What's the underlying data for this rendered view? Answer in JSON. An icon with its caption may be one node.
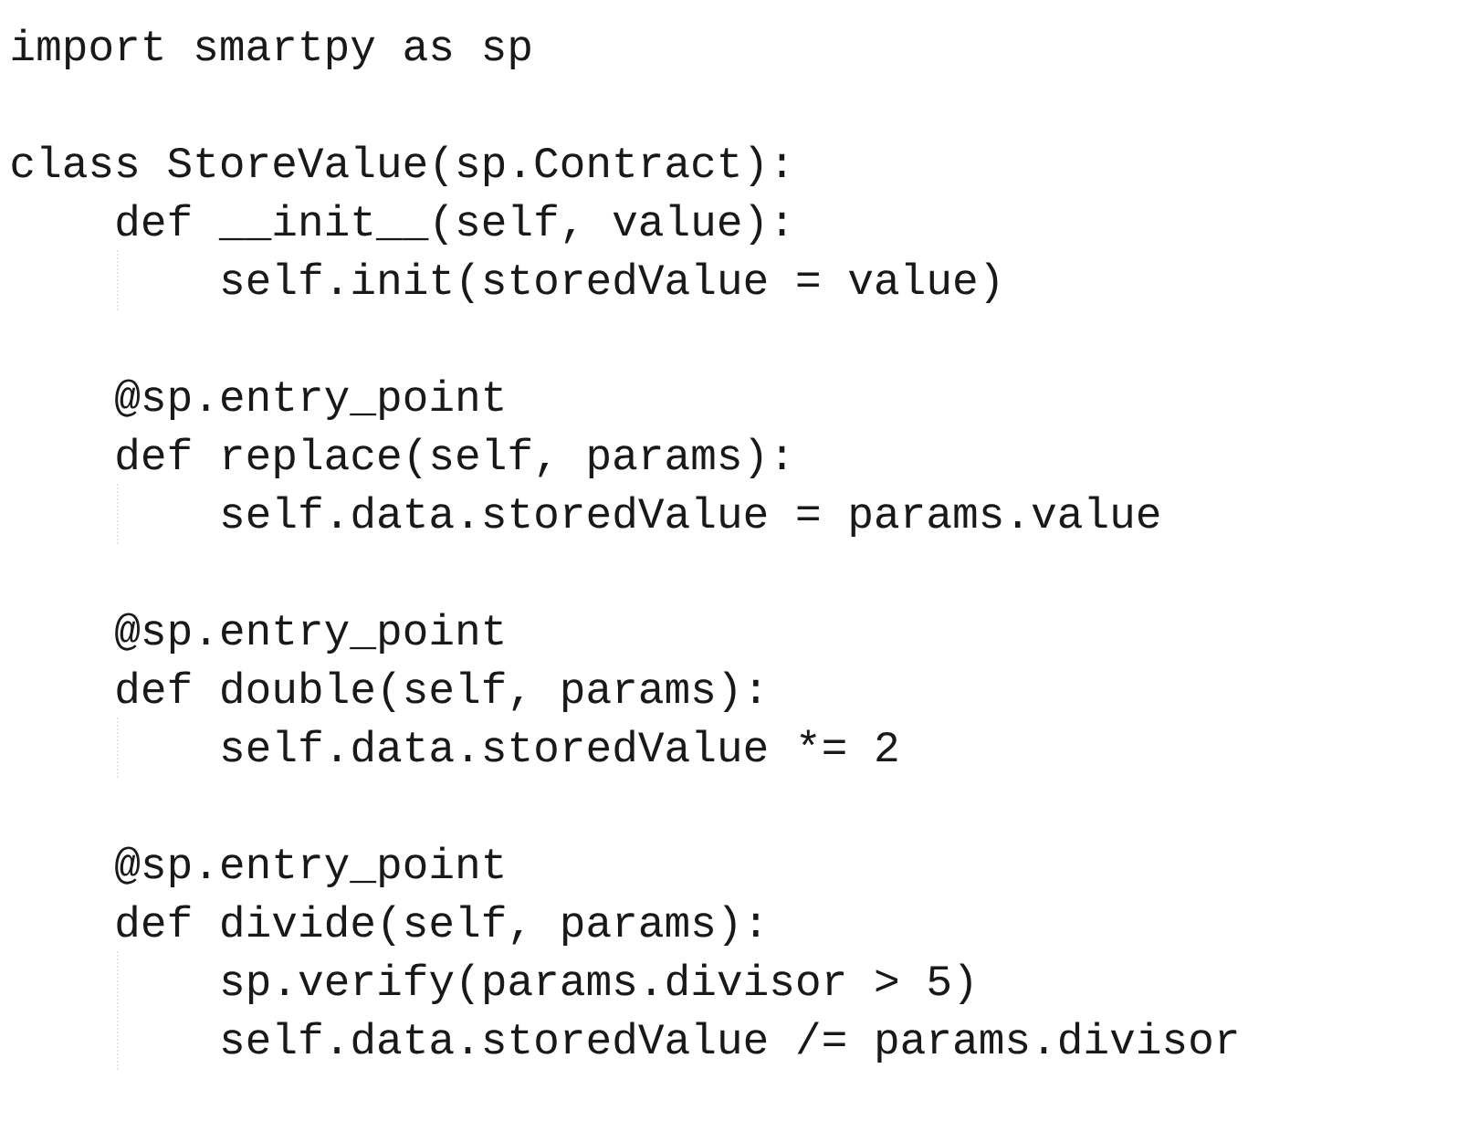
{
  "diagram": {
    "labels": [
      "import smartpy as sp",
      "class StoreValue(sp.Contract):",
      "def __init__(self, value):",
      "self.init(storedValue = value)",
      "@sp.entry_point",
      "def replace(self, params):",
      "self.data.storedValue = params.value",
      "@sp.entry_point",
      "def double(self, params):",
      "self.data.storedValue *= 2",
      "@sp.entry_point",
      "def divide(self, params):",
      "sp.verify(params.divisor > 5)",
      "self.data.storedValue /= params.divisor"
    ]
  }
}
